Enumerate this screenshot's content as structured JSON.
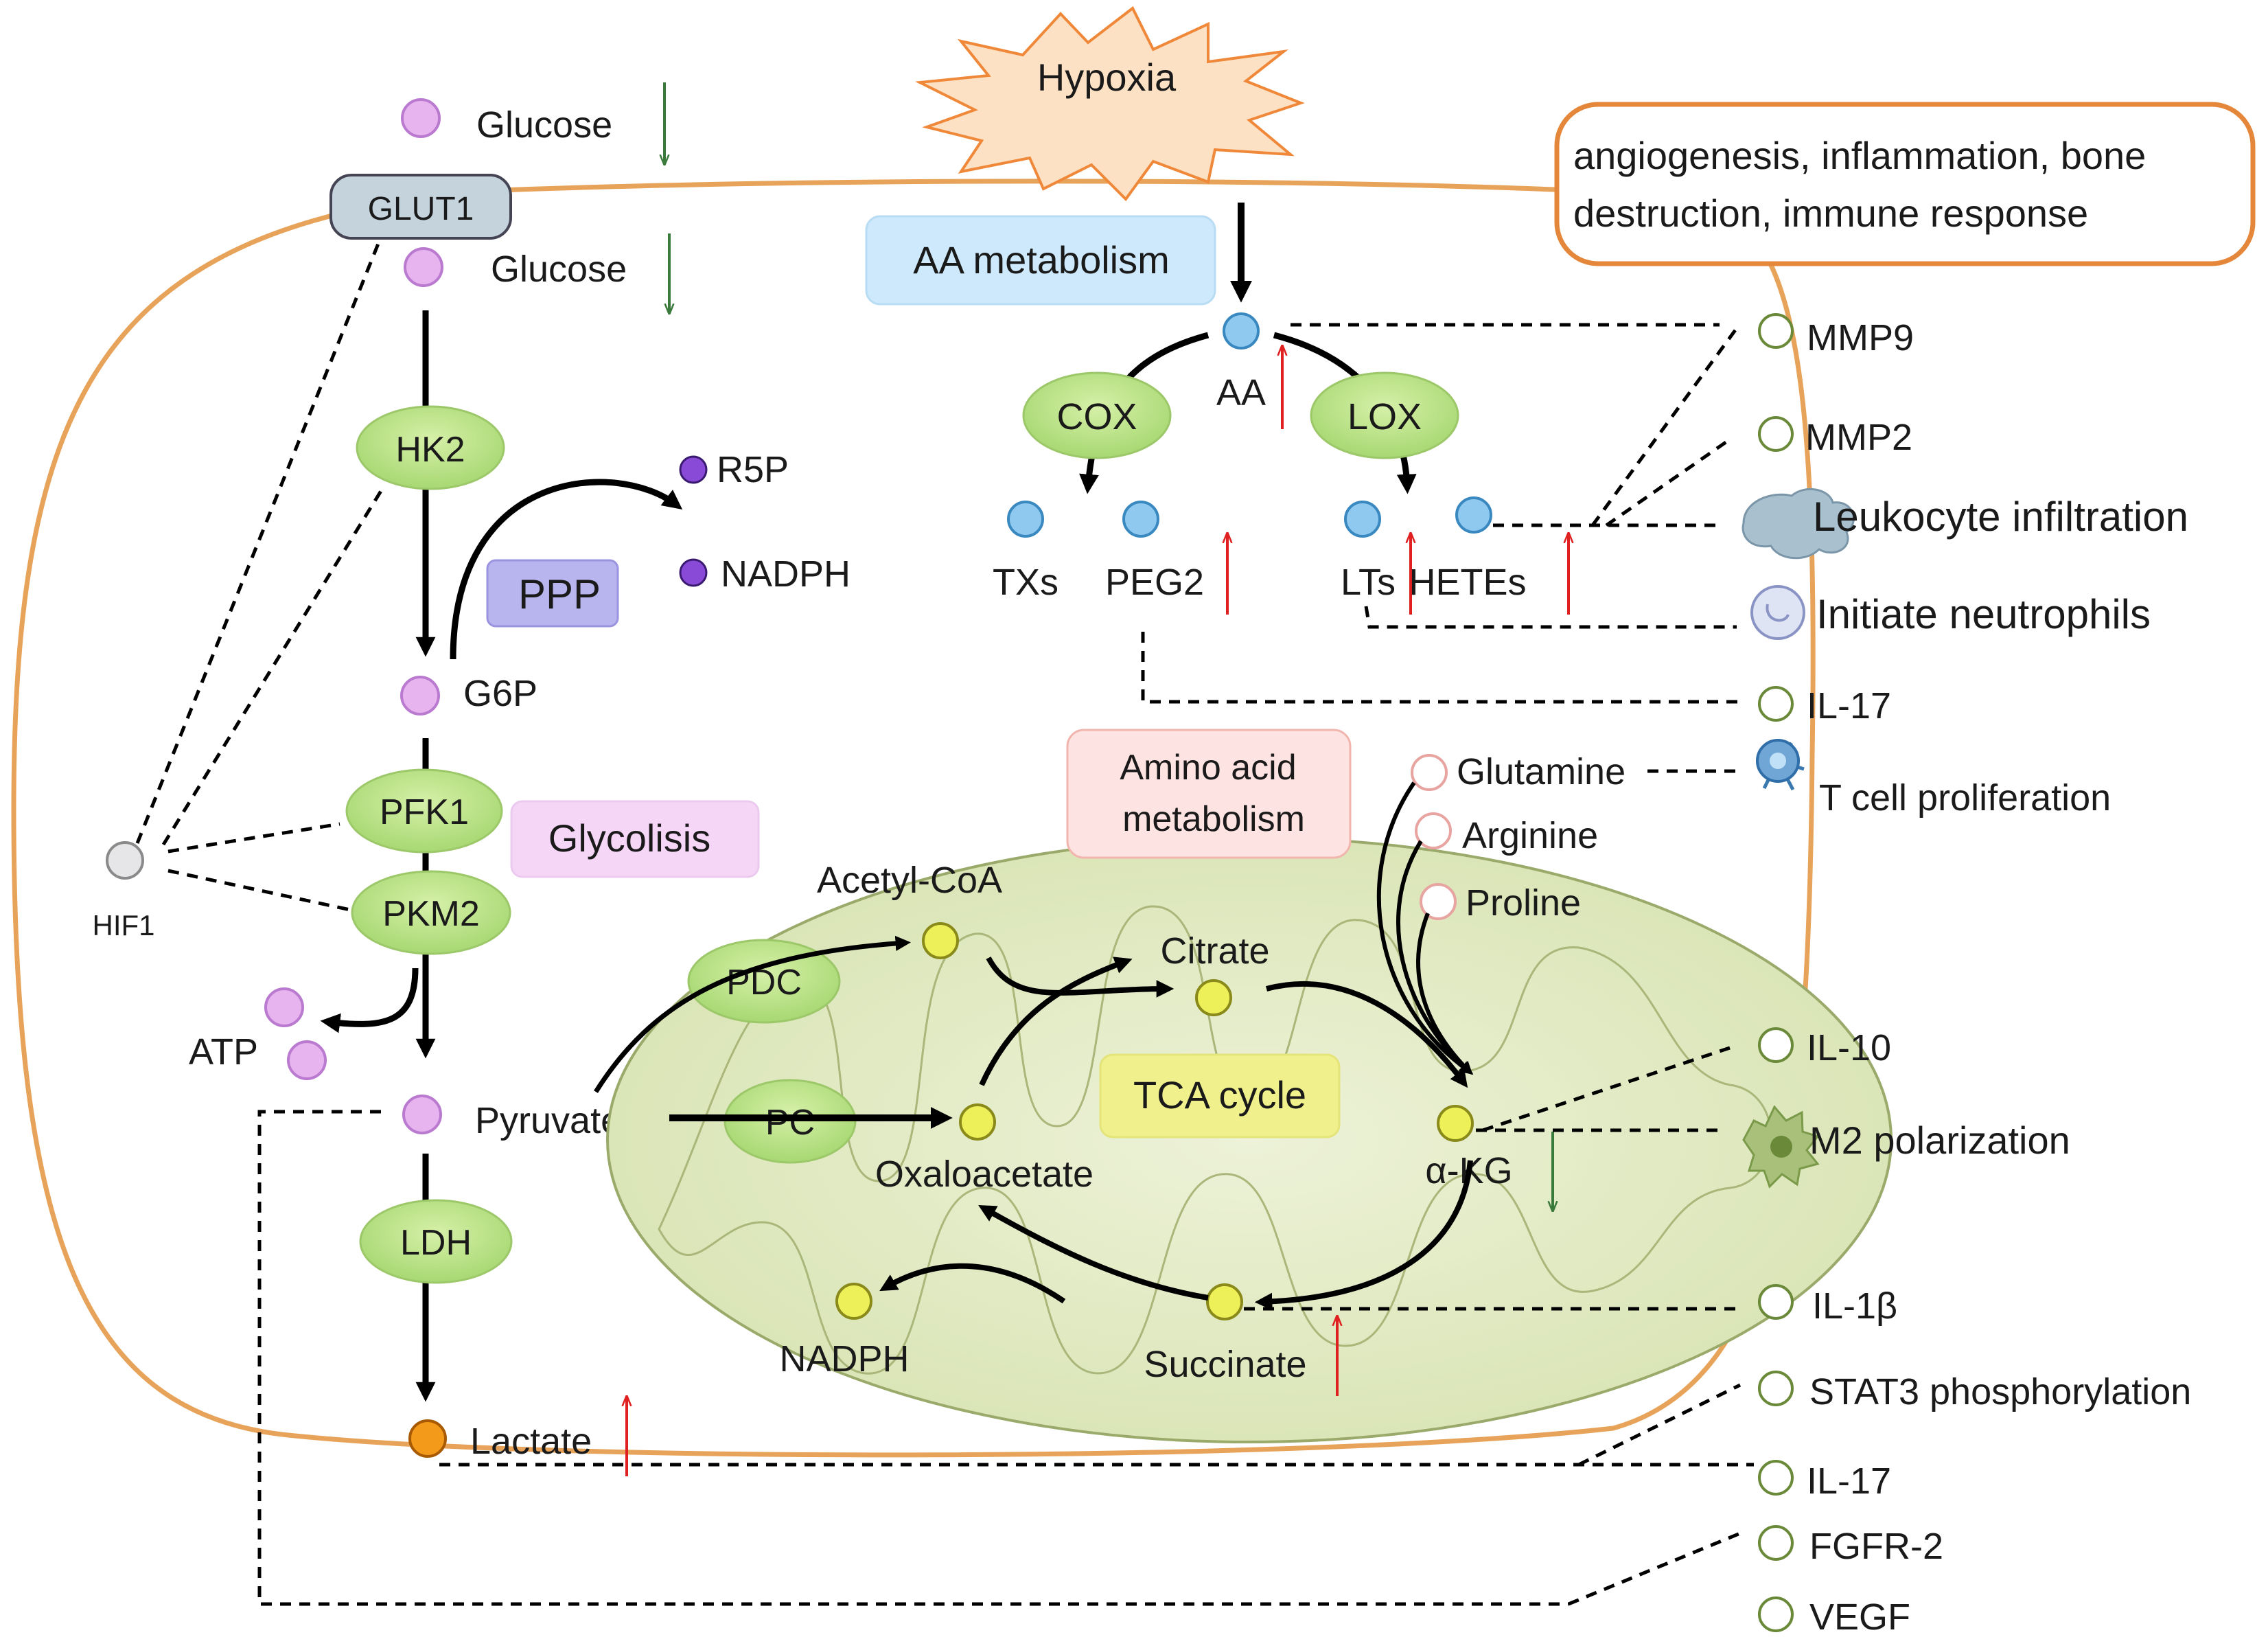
{
  "hypoxia": "Hypoxia",
  "effects_box": {
    "line1": "angiogenesis, inflammation, bone",
    "line2": "destruction, immune response"
  },
  "transporter": "GLUT1",
  "hif": "HIF1",
  "metabolites": {
    "glucose_out": "Glucose",
    "glucose_in": "Glucose",
    "r5p": "R5P",
    "nadph_ppp": "NADPH",
    "g6p": "G6P",
    "atp": "ATP",
    "pyruvate": "Pyruvate",
    "lactate": "Lactate",
    "aa": "AA",
    "txs": "TXs",
    "peg2": "PEG2",
    "lts": "LTs",
    "hetes": "HETEs",
    "glutamine": "Glutamine",
    "arginine": "Arginine",
    "proline": "Proline",
    "acetyl_coa": "Acetyl-CoA",
    "citrate": "Citrate",
    "oxaloacetate": "Oxaloacetate",
    "akg": "α-KG",
    "succinate": "Succinate",
    "nadph_tca": "NADPH"
  },
  "enzymes": {
    "hk2": "HK2",
    "pfk1": "PFK1",
    "pkm2": "PKM2",
    "ldh": "LDH",
    "cox": "COX",
    "lox": "LOX",
    "pdc": "PDC",
    "pc": "PC"
  },
  "pathways": {
    "ppp": "PPP",
    "glycolysis": "Glycolisis",
    "aa_metabolism": "AA metabolism",
    "amino_acid_line1": "Amino acid",
    "amino_acid_line2": "metabolism",
    "tca": "TCA cycle"
  },
  "outcomes": {
    "mmp9": "MMP9",
    "mmp2": "MMP2",
    "leukocyte": "Leukocyte infiltration",
    "neutrophils": "Initiate neutrophils",
    "il17_top": "IL-17",
    "tcell": "T cell proliferation",
    "il10": "IL-10",
    "m2": "M2 polarization",
    "il1b": "IL-1β",
    "stat3": "STAT3 phosphorylation",
    "il17_bottom": "IL-17",
    "fgfr2": "FGFR-2",
    "vegf": "VEGF"
  },
  "colors": {
    "cell_border": "#e8a35a",
    "enzyme_fill": "#b9e08a",
    "glycolysis_metabolite": "#e8b4ef",
    "aa_metabolite": "#8fc9f0",
    "tca_metabolite": "#eef05a",
    "mitochondrion": "#e3ecc7",
    "lactate": "#f39a1a",
    "up_arrow": "#e02020",
    "down_arrow": "#3a7a3a"
  }
}
